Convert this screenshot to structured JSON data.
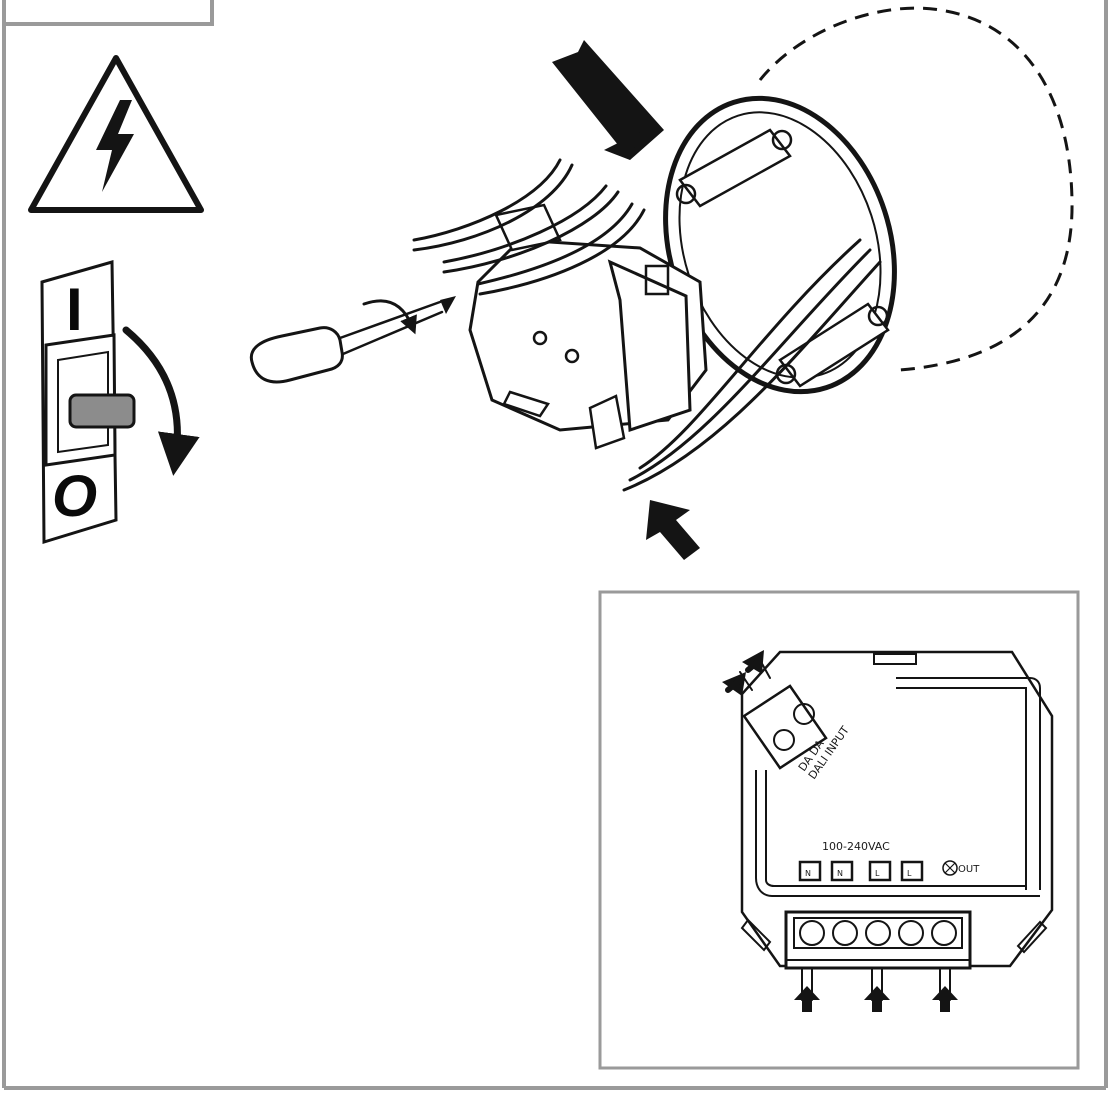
{
  "switch": {
    "on_symbol": "I",
    "off_symbol": "O"
  },
  "detail": {
    "dali_label_1": "DA  DA",
    "dali_label_2": "DALI INPUT",
    "voltage_label": "100-240VAC",
    "terminal_labels": [
      "N",
      "N",
      "L",
      "L"
    ],
    "out_label": "OUT"
  },
  "icons": {
    "warning": "high-voltage-warning-icon",
    "breaker": "circuit-breaker-icon",
    "screwdriver": "screwdriver-icon",
    "insert_arrow": "push-down-arrow-icon"
  },
  "colors": {
    "ink": "#141414",
    "frame": "#9a9a9a",
    "switch_lever": "#8c8c8c"
  }
}
